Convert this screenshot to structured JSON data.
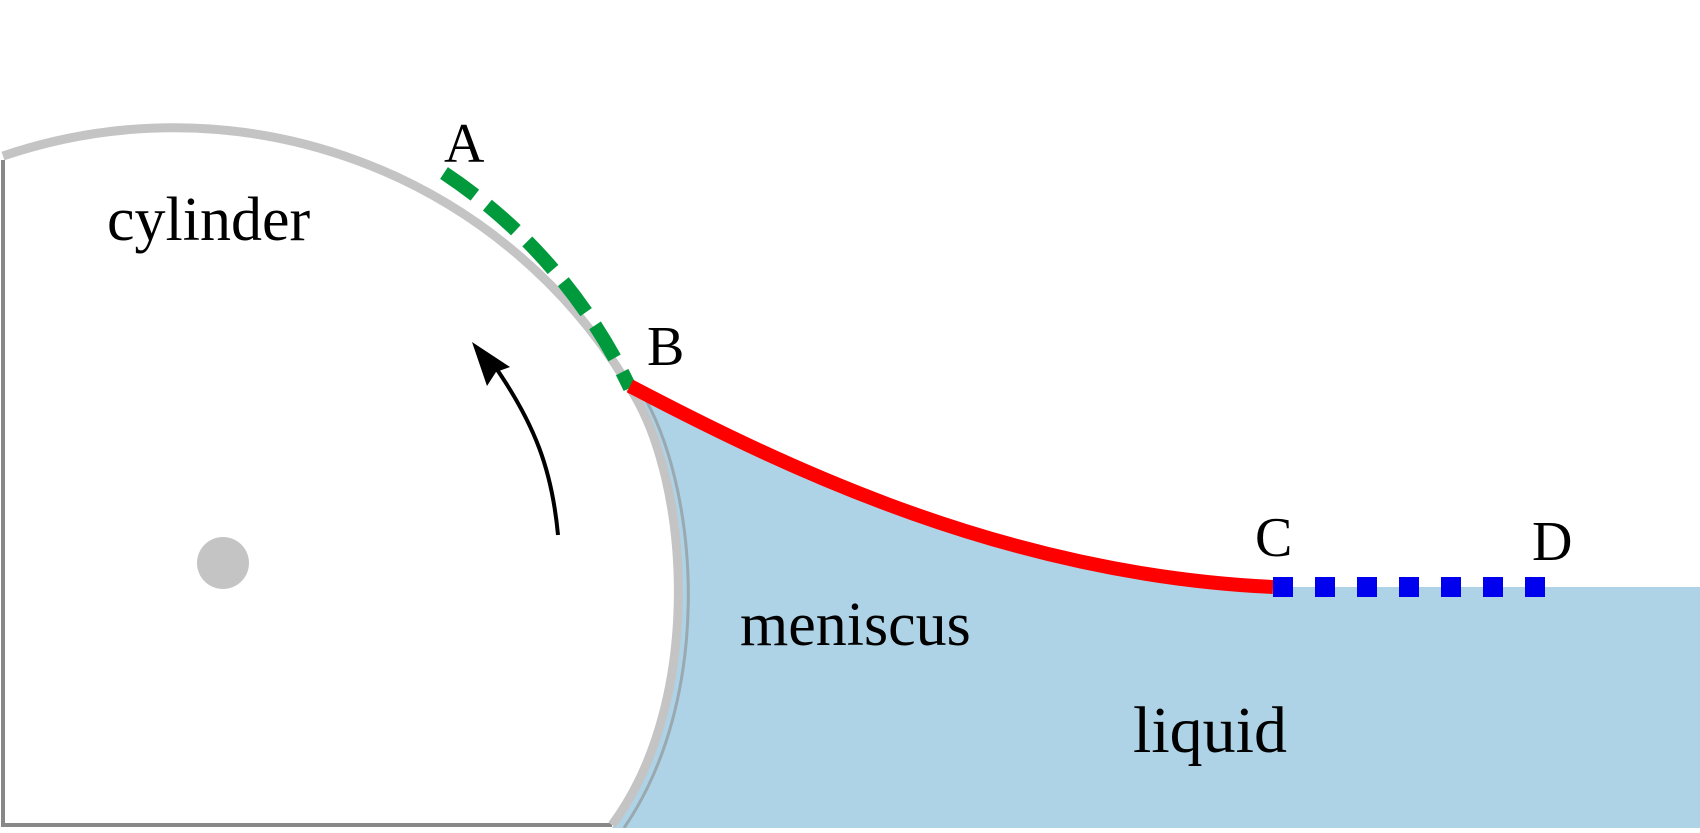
{
  "labels": {
    "cylinder": "cylinder",
    "meniscus": "meniscus",
    "liquid": "liquid",
    "point_a": "A",
    "point_b": "B",
    "point_c": "C",
    "point_d": "D"
  },
  "colors": {
    "background": "#ffffff",
    "liquid": "#aed3e6",
    "cylinder_outline": "#c4c4c4",
    "frame": "#888888",
    "segment_ab": "#009a3d",
    "segment_bc": "#ff0000",
    "segment_cd": "#0000ee",
    "axis_dot": "#c4c4c4",
    "rotation_arrow": "#000000"
  },
  "icons": {
    "rotation": "curved-arrow-counterclockwise",
    "axis": "filled-circle"
  }
}
